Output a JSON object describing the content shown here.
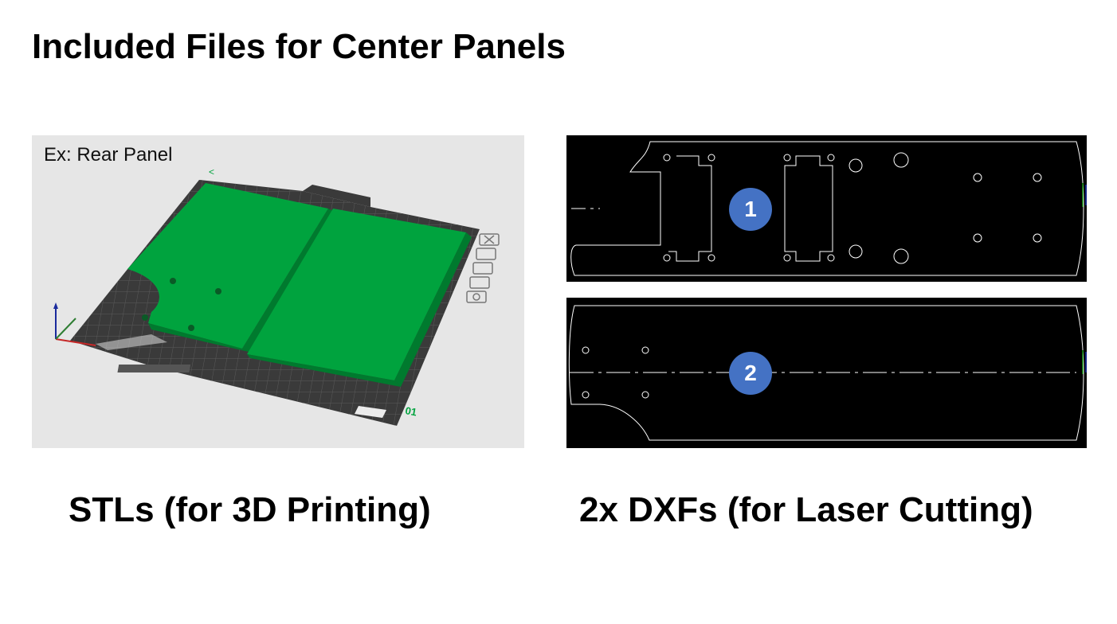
{
  "slide": {
    "title": "Included Files for Center Panels"
  },
  "left_panel": {
    "example_label": "Ex: Rear Panel",
    "bed_marks": [
      "01"
    ],
    "part_color": "#00a33e",
    "bed_color": "#3a3a3a",
    "toolbar_icons": [
      "close-icon",
      "folder-icon",
      "layers-icon",
      "lock-icon",
      "target-icon"
    ]
  },
  "right_panel": {
    "drawing_1_badge": "1",
    "drawing_2_badge": "2",
    "badge_color": "#4472c4"
  },
  "captions": {
    "left": "STLs (for 3D Printing)",
    "right": "2x DXFs (for Laser Cutting)"
  }
}
